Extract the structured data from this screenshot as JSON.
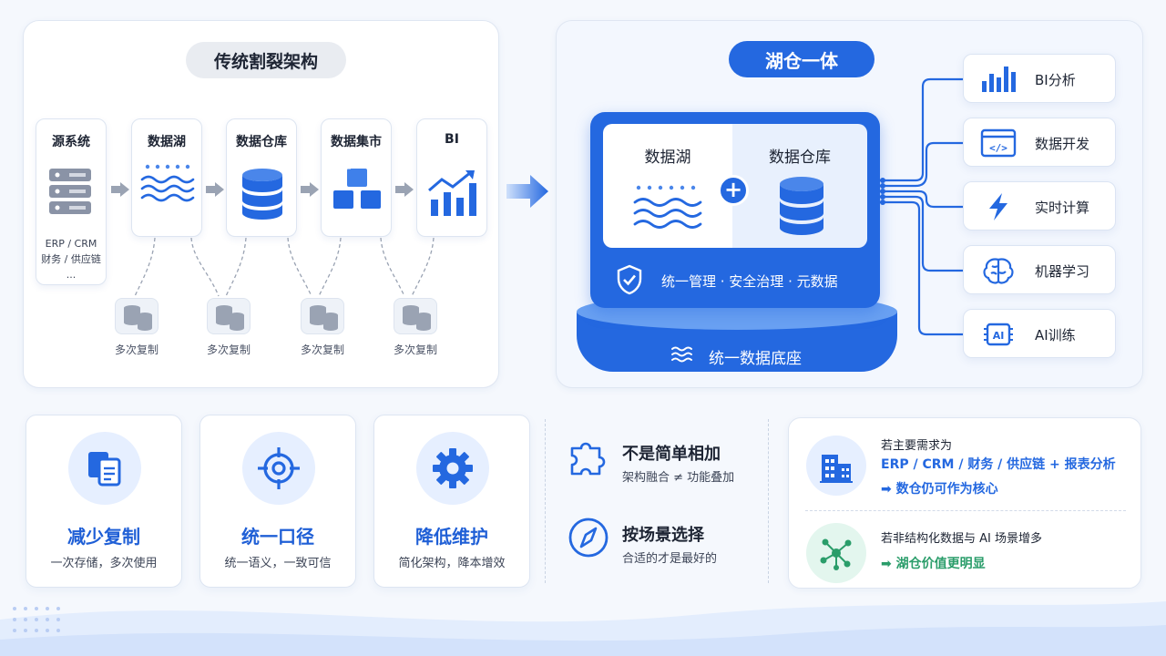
{
  "left": {
    "title": "传统割裂架构",
    "nodes": [
      {
        "title": "源系统",
        "icon": "server-icon",
        "sub": [
          "ERP / CRM",
          "财务 / 供应链",
          "..."
        ]
      },
      {
        "title": "数据湖",
        "icon": "water-waves-icon"
      },
      {
        "title": "数据仓库",
        "icon": "database-icon"
      },
      {
        "title": "数据集市",
        "icon": "cubes-icon"
      },
      {
        "title": "BI",
        "icon": "trend-chart-icon"
      }
    ],
    "copies": [
      "多次复制",
      "多次复制",
      "多次复制",
      "多次复制"
    ]
  },
  "right": {
    "title": "湖仓一体",
    "lake": "数据湖",
    "warehouse": "数据仓库",
    "governance": "统一管理 · 安全治理 · 元数据",
    "base": "统一数据底座",
    "apps": [
      {
        "label": "BI分析",
        "icon": "bar-chart-icon"
      },
      {
        "label": "数据开发",
        "icon": "code-window-icon"
      },
      {
        "label": "实时计算",
        "icon": "lightning-icon"
      },
      {
        "label": "机器学习",
        "icon": "brain-icon"
      },
      {
        "label": "AI训练",
        "icon": "ai-chip-icon"
      }
    ]
  },
  "features": [
    {
      "title": "减少复制",
      "sub": "一次存储，多次使用",
      "icon": "copy-docs-icon"
    },
    {
      "title": "统一口径",
      "sub": "统一语义，一致可信",
      "icon": "target-icon"
    },
    {
      "title": "降低维护",
      "sub": "简化架构，降本增效",
      "icon": "gear-icon"
    }
  ],
  "notes": [
    {
      "title": "不是简单相加",
      "sub": "架构融合 ≠ 功能叠加",
      "icon": "puzzle-icon"
    },
    {
      "title": "按场景选择",
      "sub": "合适的才是最好的",
      "icon": "compass-icon"
    }
  ],
  "scenarios": [
    {
      "line1": "若主要需求为",
      "line2": "ERP / CRM / 财务 / 供应链 + 报表分析",
      "result": "数仓仍可作为核心",
      "icon": "building-icon"
    },
    {
      "line1": "若非结构化数据与 AI 场景增多",
      "result": "湖仓价值更明显",
      "icon": "network-icon"
    }
  ],
  "colors": {
    "primary": "#2468e0",
    "accent_green": "#2a9d6a",
    "text_dark": "#1d2433"
  }
}
